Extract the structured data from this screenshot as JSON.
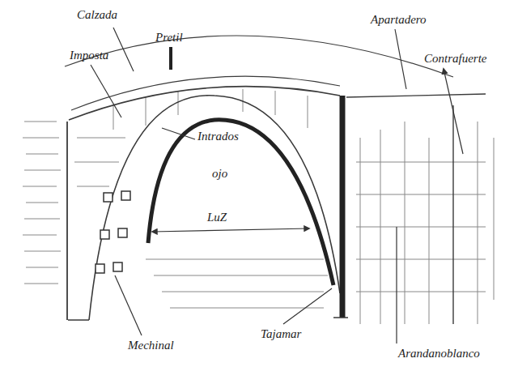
{
  "diagram": {
    "labels": [
      "Calzada",
      "Pretil",
      "Imposta",
      "Intrados",
      "ojo",
      "LuZ",
      "Apartadero",
      "Contrafuerte",
      "Mechinal",
      "Tajamar",
      "Arandanoblanco"
    ]
  }
}
